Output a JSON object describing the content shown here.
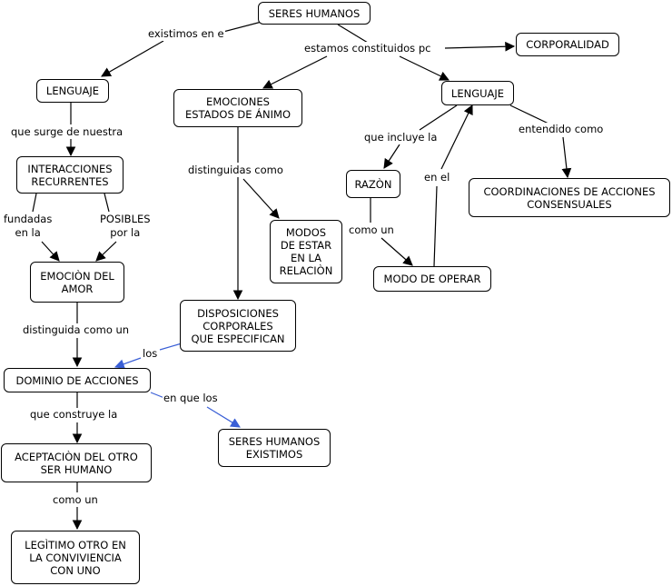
{
  "concepts": {
    "seres_humanos": "SERES HUMANOS",
    "corporalidad": "CORPORALIDAD",
    "lenguaje_left": "LENGUAJE",
    "emociones": "EMOCIONES\nESTADOS DE ÁNIMO",
    "lenguaje_right": "LENGUAJE",
    "interacciones": "INTERACCIONES\nRECURRENTES",
    "razon": "RAZÒN",
    "coordinaciones": "COORDINACIONES DE ACCIONES\nCONSENSUALES",
    "modos_estar": "MODOS\nDE ESTAR\nEN LA\nRELACIÒN",
    "emocion_amor": "EMOCIÒN DEL\nAMOR",
    "disposiciones": "DISPOSICIONES\nCORPORALES\nQUE ESPECIFICAN",
    "modo_operar": "MODO DE OPERAR",
    "dominio": "DOMINIO DE ACCIONES",
    "seres_existimos": "SERES HUMANOS\nEXISTIMOS",
    "aceptacion": "ACEPTACIÒN DEL OTRO\nSER HUMANO",
    "legitimo": "LEGÌTIMO OTRO EN\nLA CONVIVIENCIA\nCON UNO"
  },
  "links": {
    "existimos_en_el": "existimos en e",
    "estamos_constituidos": "estamos constituidos pc",
    "que_surge": "que surge de nuestra",
    "que_incluye": "que incluye la",
    "entendido_como": "entendido como",
    "distinguidas_como": "distinguidas como",
    "fundadas": "fundadas\nen la",
    "posibles": "POSIBLES\npor la",
    "como_un_1": "como un",
    "en_el": "en el",
    "distinguida_como": "distinguida como un",
    "los": "los",
    "en_que_los": "en que los",
    "que_construye": "que construye la",
    "como_un_2": "como un"
  },
  "colors": {
    "line": "#000000",
    "highlight_line": "#3a5fd6",
    "node_fill": "#ffffff"
  }
}
